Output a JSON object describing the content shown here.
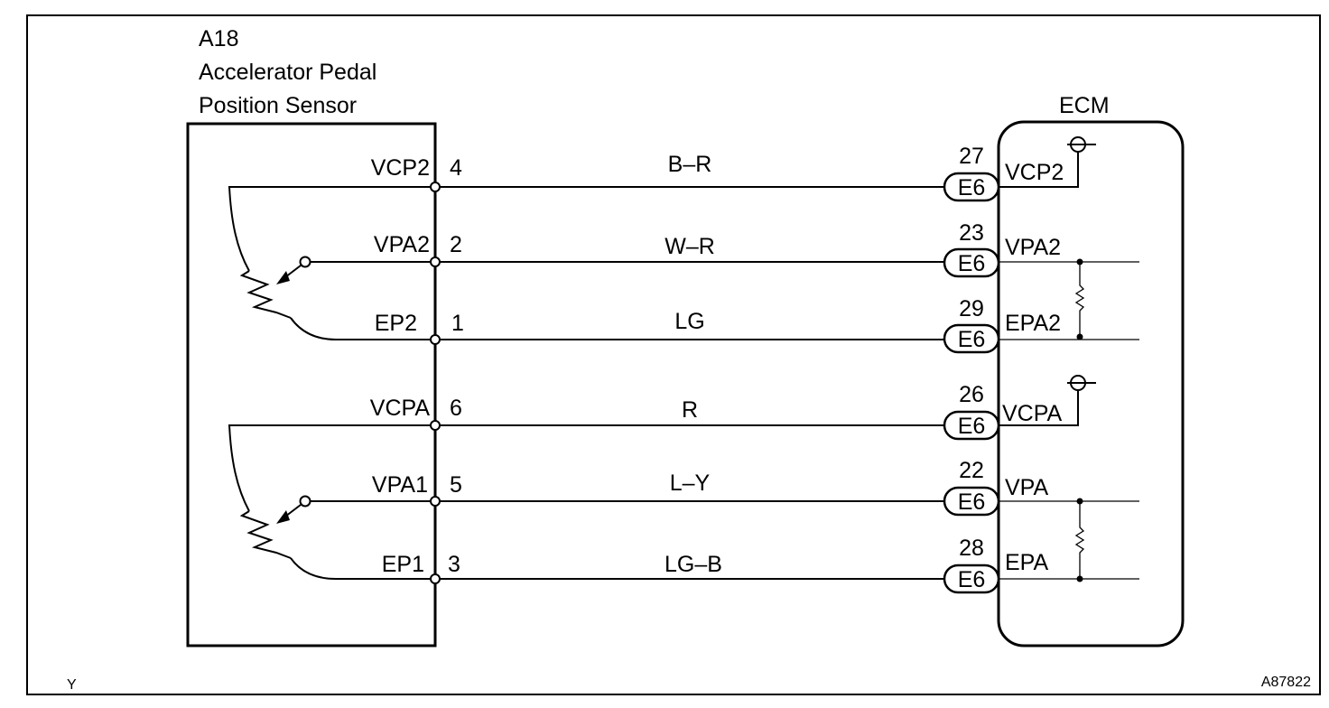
{
  "frame": {
    "corner_left": "Y",
    "corner_right": "A87822"
  },
  "sensor": {
    "code": "A18",
    "name_line1": "Accelerator Pedal",
    "name_line2": "Position Sensor"
  },
  "ecm": {
    "title": "ECM"
  },
  "rows": [
    {
      "sensor_terminal": "VCP2",
      "pin": "4",
      "wire_color": "B–R",
      "ecm_pin": "27",
      "connector": "E6",
      "ecm_terminal": "VCP2"
    },
    {
      "sensor_terminal": "VPA2",
      "pin": "2",
      "wire_color": "W–R",
      "ecm_pin": "23",
      "connector": "E6",
      "ecm_terminal": "VPA2"
    },
    {
      "sensor_terminal": "EP2",
      "pin": "1",
      "wire_color": "LG",
      "ecm_pin": "29",
      "connector": "E6",
      "ecm_terminal": "EPA2"
    },
    {
      "sensor_terminal": "VCPA",
      "pin": "6",
      "wire_color": "R",
      "ecm_pin": "26",
      "connector": "E6",
      "ecm_terminal": "VCPA"
    },
    {
      "sensor_terminal": "VPA1",
      "pin": "5",
      "wire_color": "L–Y",
      "ecm_pin": "22",
      "connector": "E6",
      "ecm_terminal": "VPA"
    },
    {
      "sensor_terminal": "EP1",
      "pin": "3",
      "wire_color": "LG–B",
      "ecm_pin": "28",
      "connector": "E6",
      "ecm_terminal": "EPA"
    }
  ]
}
